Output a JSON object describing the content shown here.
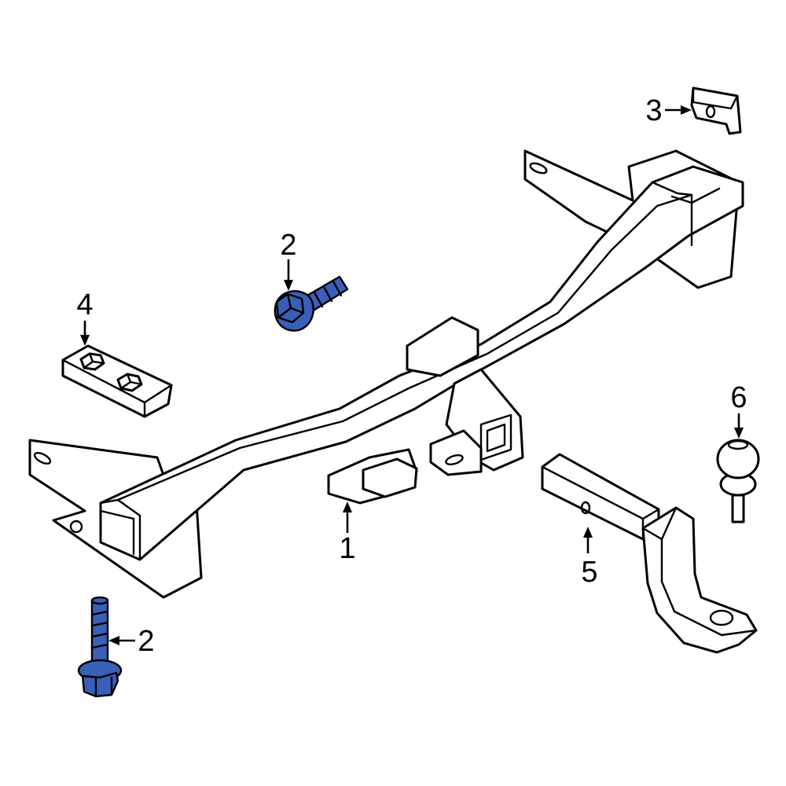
{
  "colors": {
    "highlight": "#3a5fb8",
    "outline": "#000000",
    "background": "#ffffff"
  },
  "callouts": {
    "hitch_receiver": "1",
    "bolt_upper": "2",
    "bolt_lower": "2",
    "nut_plate": "3",
    "bolt_plate": "4",
    "ball_mount": "5",
    "hitch_ball": "6"
  }
}
